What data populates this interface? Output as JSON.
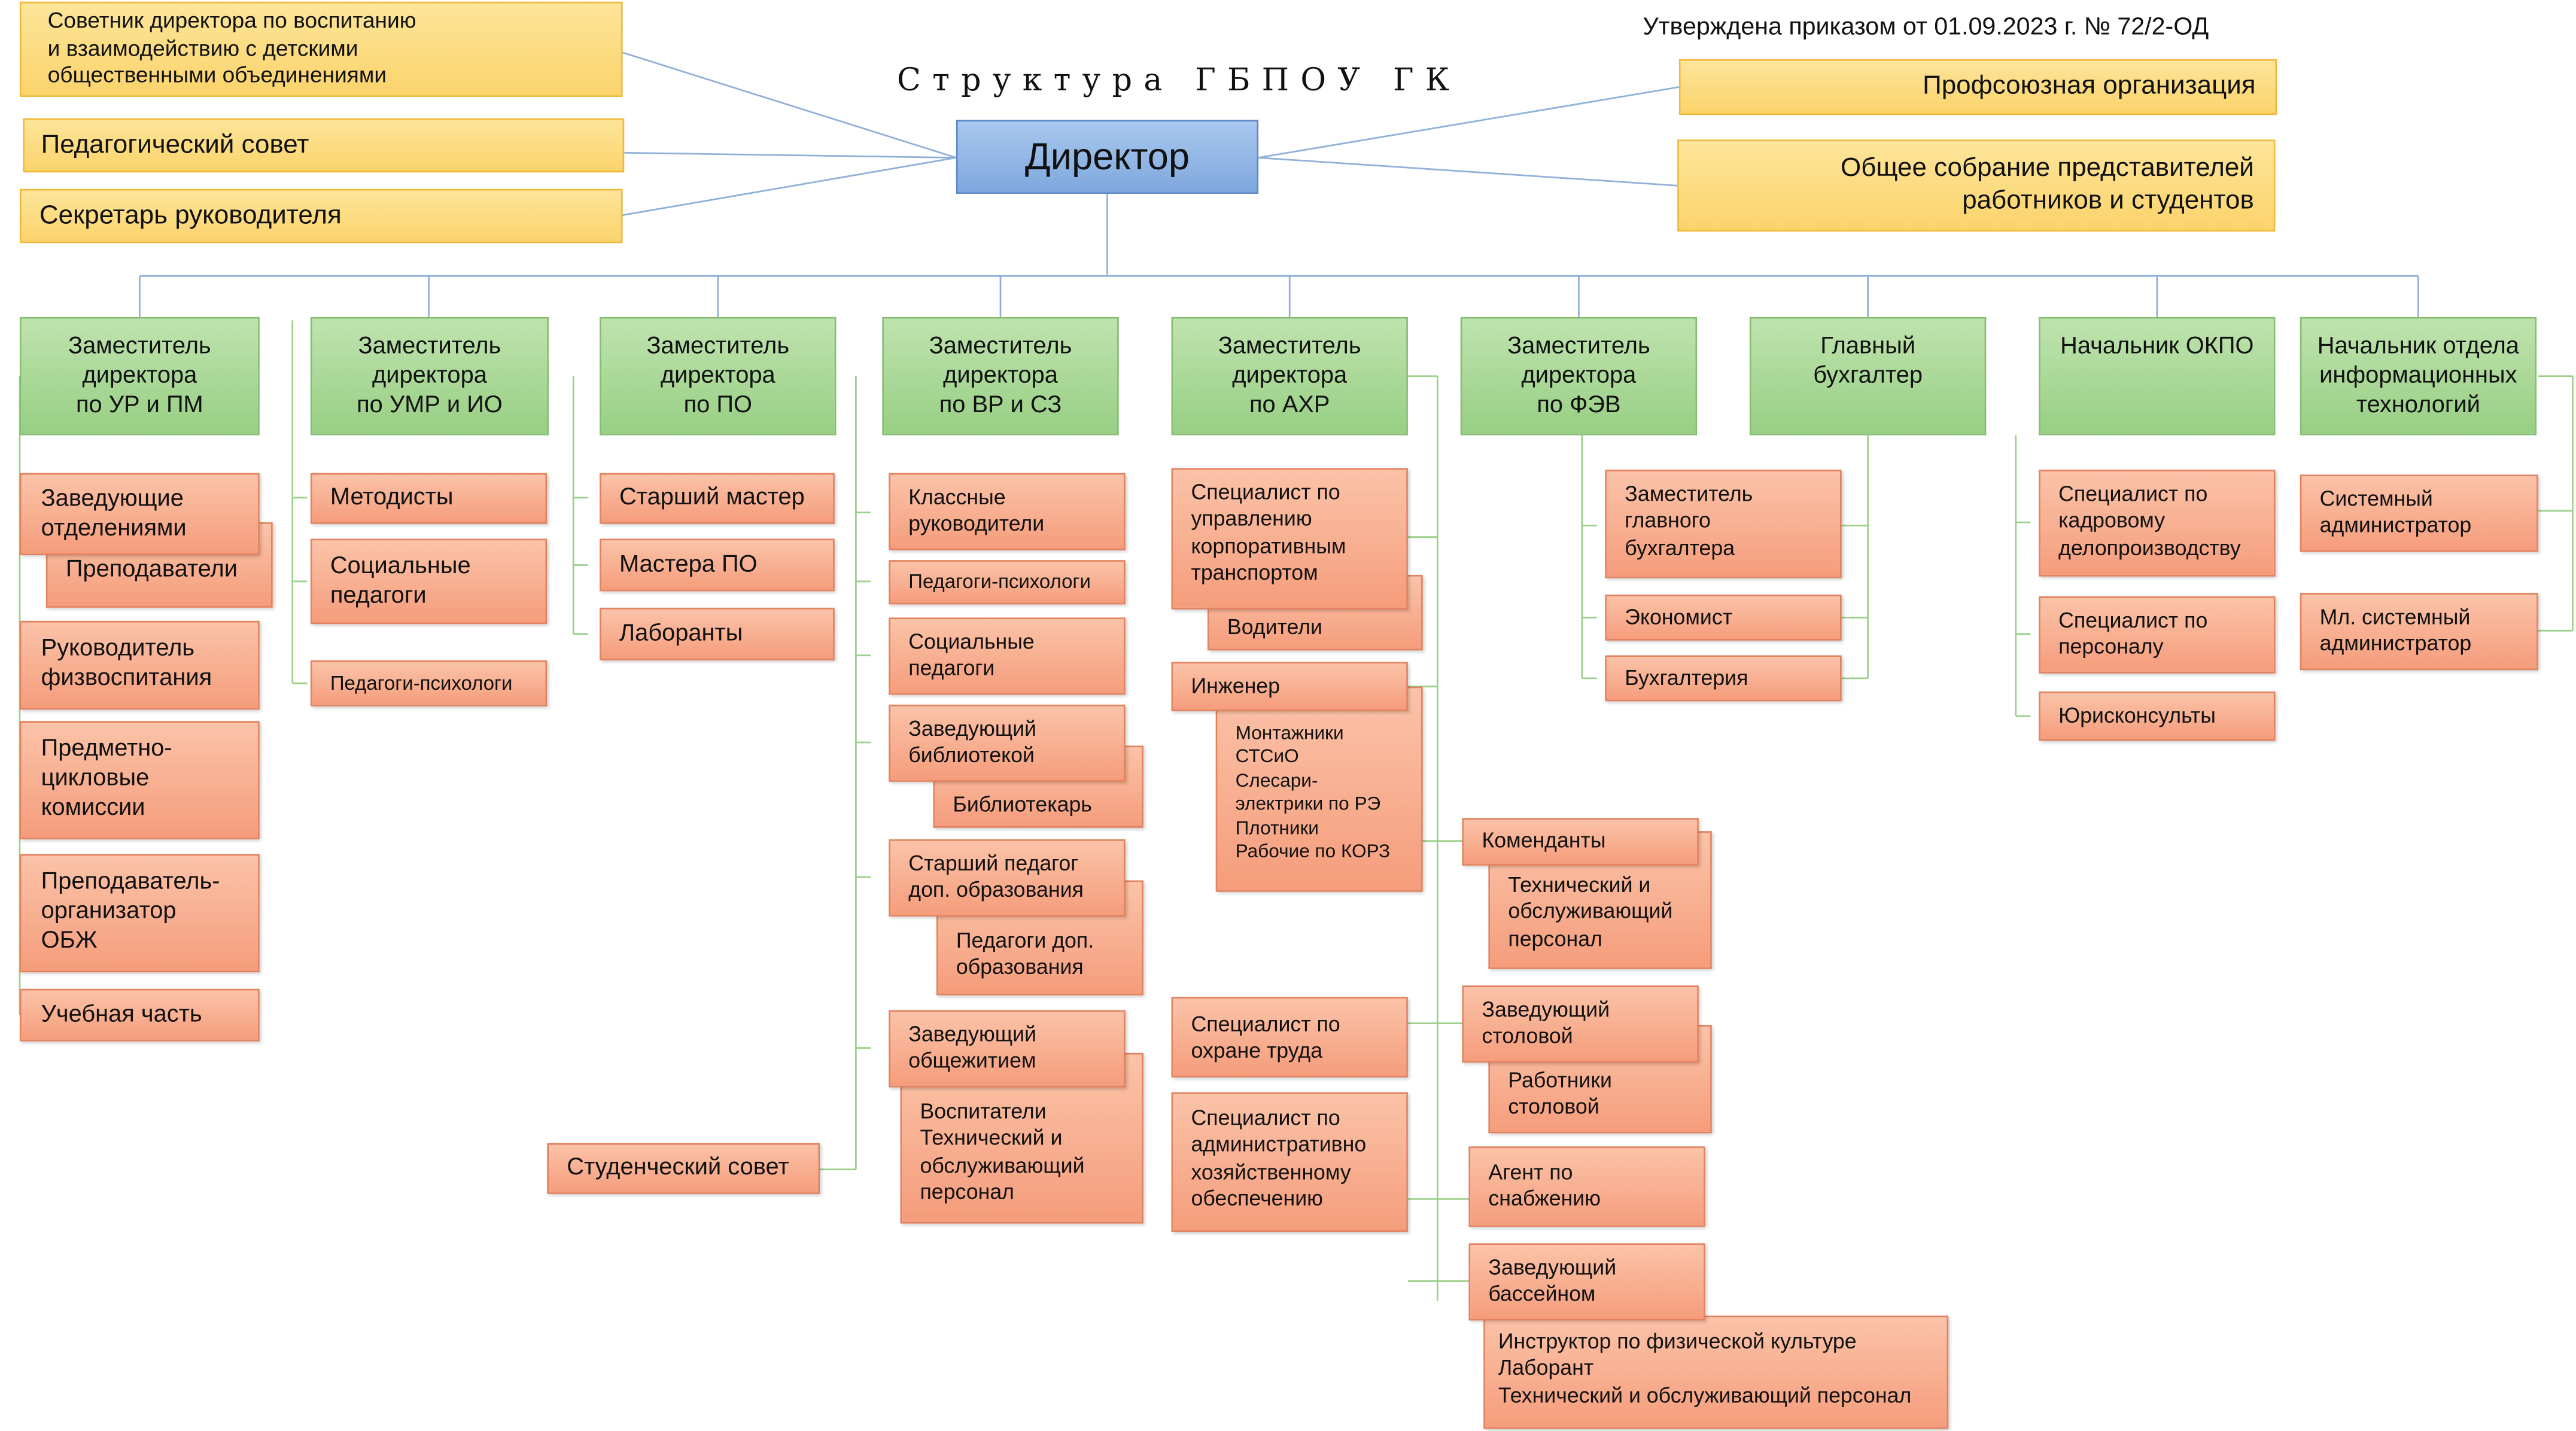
{
  "header": {
    "title": "Структура ГБПОУ ГК",
    "approved": "Утверждена приказом от 01.09.2023 г. № 72/2-ОД"
  },
  "colors": {
    "advisory": "#fbd36b",
    "director": "#7fa8de",
    "deputy": "#98cf84",
    "unit": "#f59d7c",
    "wire_blue": "#8fb0d8",
    "wire_green": "#9ccf8a"
  },
  "director": "Директор",
  "advisory_left": [
    "Советник директора по воспитанию\nи взаимодействию с детскими\nобщественными объединениями",
    "Педагогический совет",
    "Секретарь руководителя"
  ],
  "advisory_right": [
    "Профсоюзная организация",
    "Общее собрание представителей\nработников и студентов"
  ],
  "deputies": [
    "Заместитель\nдиректора\nпо УР и ПМ",
    "Заместитель\nдиректора\nпо УМР и ИО",
    "Заместитель\nдиректора\nпо ПО",
    "Заместитель\nдиректора\nпо ВР и СЗ",
    "Заместитель\nдиректора\nпо АХР",
    "Заместитель\nдиректора\nпо ФЭВ",
    "Главный\nбухгалтер",
    "Начальник ОКПО",
    "Начальник отдела\nинформационных\nтехнологий"
  ],
  "col_ur": {
    "heads": "Заведующие\nотделениями",
    "teachers": "Преподаватели",
    "pe_head": "Руководитель\nфизвоспитания",
    "cycle": "Предметно-\nцикловые\nкомиссии",
    "obzh": "Преподаватель-\nорганизатор\nОБЖ",
    "study": "Учебная часть"
  },
  "col_umr": {
    "methodists": "Методисты",
    "social": "Социальные\nпедагоги",
    "psych": "Педагоги-психологи"
  },
  "col_po": {
    "senior": "Старший мастер",
    "masters": "Мастера ПО",
    "lab": "Лаборанты",
    "student_council": "Студенческий совет"
  },
  "col_vr": {
    "class": "Классные\nруководители",
    "psych": "Педагоги-психологи",
    "social": "Социальные\nпедагоги",
    "library_head": "Заведующий\nбиблиотекой",
    "librarian": "Библиотекарь",
    "senior_ped": "Старший педагог\nдоп. образования",
    "ped_add": "Педагоги доп.\nобразования",
    "dorm_head": "Заведующий\nобщежитием",
    "dorm_staff": "Воспитатели\nТехнический  и\nобслуживающий\nперсонал"
  },
  "col_ahr": {
    "transport": "Специалист по\nуправлению\nкорпоративным\nтранспортом",
    "drivers": "Водители",
    "engineer": "Инженер",
    "engineer_staff": "Монтажники\nСТСиО\nСлесари-\nэлектрики по РЭ\nПлотники\nРабочие по КОРЗ",
    "commandants": "Коменданты",
    "tech_staff": "Технический и\nобслуживающий\nперсонал",
    "safety": "Специалист по\nохране труда",
    "admin": "Специалист по\nадминистративно\nхозяйственному\nобеспечению",
    "canteen_head": "Заведующий\nстоловой",
    "canteen_staff": "Работники\nстоловой",
    "supply": "Агент по\nснабжению",
    "pool_head": "Заведующий\nбассейном",
    "pool_staff": "Инструктор по физической культуре\nЛаборант\nТехнический и обслуживающий персонал"
  },
  "col_fev": {
    "deputy_acc": "Заместитель\nглавного\nбухгалтера",
    "economist": "Экономист",
    "accounting": "Бухгалтерия"
  },
  "col_okpo": {
    "records": "Специалист по\nкадровому\nделопроизводству",
    "personnel": "Специалист по\nперсоналу",
    "lawyers": "Юрисконсульты"
  },
  "col_it": {
    "sysadmin": "Системный\nадминистратор",
    "jr_sysadmin": "Мл. системный\nадминистратор"
  }
}
